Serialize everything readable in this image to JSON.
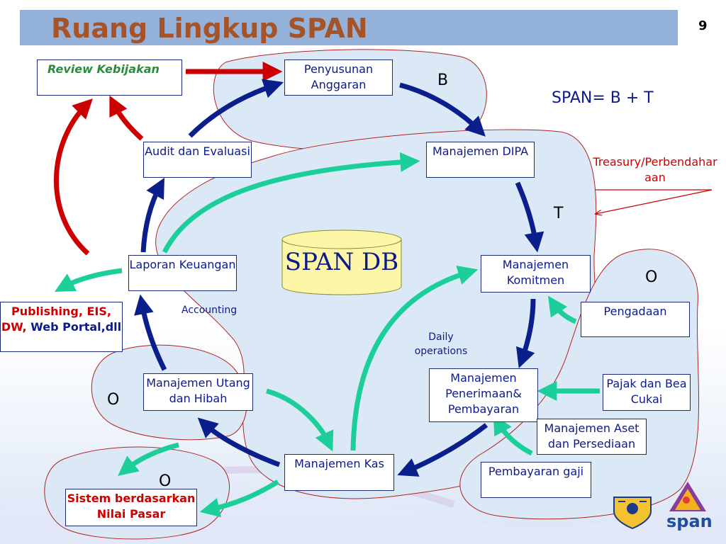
{
  "slide": {
    "title": "Ruang Lingkup SPAN",
    "page_number": "9"
  },
  "boxes": {
    "review": "Review Kebijakan",
    "penyusunan": "Penyusunan Anggaran",
    "audit": "Audit dan Evaluasi",
    "dipa": "Manajemen DIPA",
    "laporan": "Laporan Keuangan",
    "komitmen": "Manajemen Komitmen",
    "pengadaan": "Pengadaan",
    "publishing_red": "Publishing, EIS, DW,",
    "publishing_blue": "Web Portal,dll",
    "penerimaan": "Manajemen Penerimaan& Pembayaran",
    "pajak": "Pajak dan Bea Cukai",
    "utang": "Manajemen Utang dan Hibah",
    "aset": "Manajemen Aset dan Persediaan",
    "kas": "Manajemen Kas",
    "gaji": "Pembayaran gaji",
    "sistem": "Sistem berdasarkan Nilai Pasar"
  },
  "labels": {
    "B": "B",
    "T": "T",
    "O_right": "O",
    "O_left": "O",
    "O_bottom": "O",
    "formula": "SPAN= B + T",
    "treasury": "Treasury/Perbendaharaan",
    "accounting": "Accounting",
    "daily_operations": "Daily operations",
    "span_db": "SPAN DB"
  },
  "logos": {
    "span_logo_text": "span"
  },
  "colors": {
    "title_bar": "#93b1d9",
    "title_text": "#a5542a",
    "dark_blue_arrow": "#0b1f8c",
    "teal_arrow": "#1ccf9a",
    "red_arrow": "#cc0000",
    "region_fill": "#dbe9f6",
    "region_stroke": "#b22222",
    "db_fill": "#fdf6a6"
  }
}
